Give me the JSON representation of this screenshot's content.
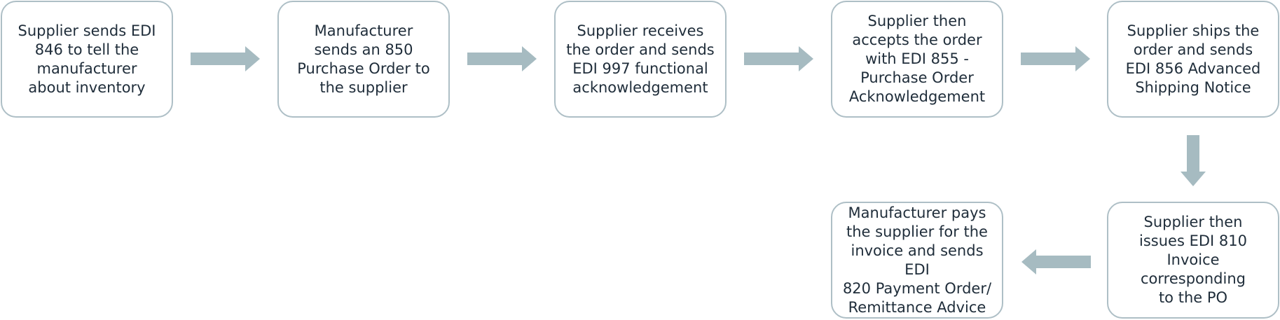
{
  "colors": {
    "box_border": "#aebfc6",
    "arrow": "#a6bbc1",
    "text": "#1f2d3a",
    "background": "#ffffff"
  },
  "steps": [
    {
      "text": "Supplier sends EDI\n846 to tell the\nmanufacturer\nabout inventory"
    },
    {
      "text": "Manufacturer\nsends an 850\nPurchase Order to\nthe supplier"
    },
    {
      "text": "Supplier receives\nthe order and sends\nEDI 997 functional\nacknowledgement"
    },
    {
      "text": "Supplier then\naccepts the order\nwith EDI 855 -\nPurchase Order\nAcknowledgement"
    },
    {
      "text": "Supplier ships the\norder and sends\nEDI 856 Advanced\nShipping Notice"
    },
    {
      "text": "Supplier then\nissues EDI 810\nInvoice\ncorresponding\nto the PO"
    },
    {
      "text": "Manufacturer pays\nthe supplier for the\ninvoice and sends EDI\n820 Payment Order/\nRemittance Advice"
    }
  ]
}
